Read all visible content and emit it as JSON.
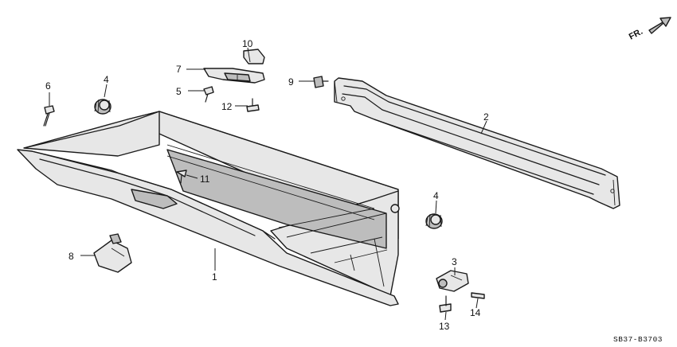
{
  "orientation": {
    "label": "FR."
  },
  "reference_code": "SB37-B3703",
  "callouts": {
    "c1": "1",
    "c2": "2",
    "c3": "3",
    "c4a": "4",
    "c4b": "4",
    "c5": "5",
    "c6": "6",
    "c7": "7",
    "c8": "8",
    "c9": "9",
    "c10": "10",
    "c11": "11",
    "c12": "12",
    "c13": "13",
    "c14": "14"
  }
}
